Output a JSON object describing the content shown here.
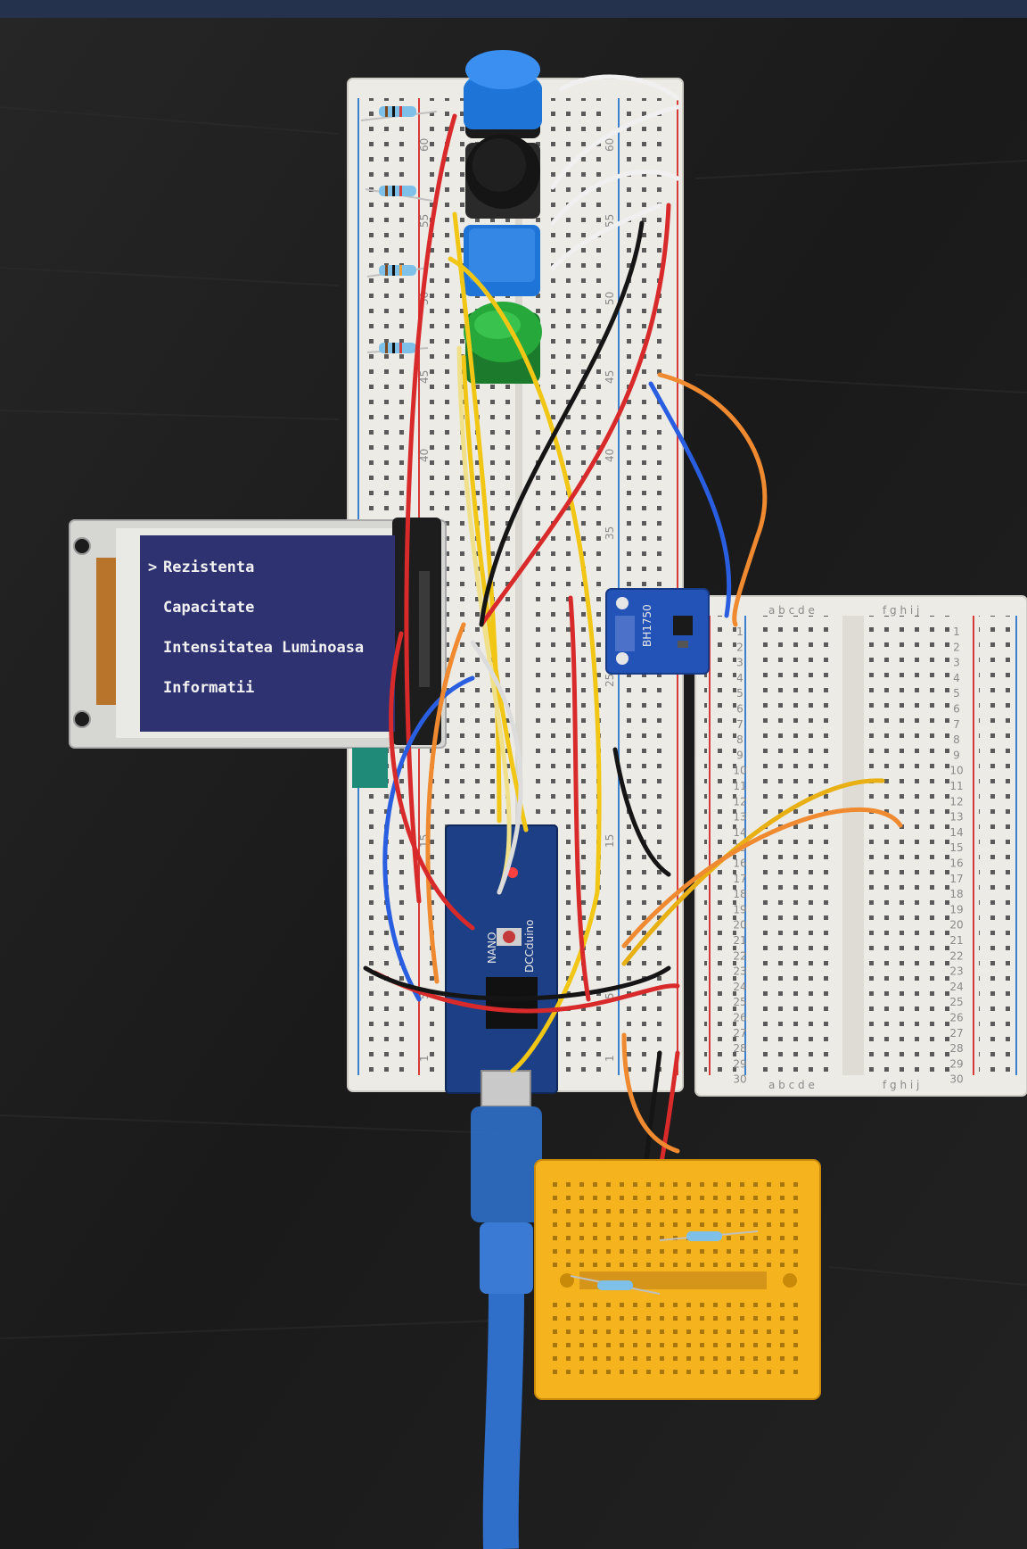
{
  "display": {
    "cursor": ">",
    "menu_items": [
      "Rezistenta",
      "Capacitate",
      "Intensitatea Luminoasa",
      "Informatii"
    ],
    "selected_index": 0
  },
  "sensor_module": {
    "label": "BH1750"
  },
  "microcontroller": {
    "label": "NANO",
    "brand": "DCCduino"
  },
  "breadboard_right": {
    "column_letters_left": "a b c d e",
    "column_letters_right": "f g h i j",
    "row_numbers": [
      "1",
      "2",
      "3",
      "4",
      "5",
      "6",
      "7",
      "8",
      "9",
      "10",
      "11",
      "12",
      "13",
      "14",
      "15",
      "16",
      "17",
      "18",
      "19",
      "20",
      "21",
      "22",
      "23",
      "24",
      "25",
      "26",
      "27",
      "28",
      "29",
      "30"
    ]
  },
  "breadboard_main": {
    "row_numbers": [
      "60",
      "55",
      "50",
      "45",
      "40",
      "35",
      "25",
      "15",
      "5",
      "1"
    ]
  },
  "colors": {
    "desk": "#1c1c1c",
    "breadboard": "#ecebe6",
    "lcd_background": "#2e3270",
    "button_blue": "#1f74d8",
    "button_black": "#151515",
    "button_green": "#27a83a",
    "mini_breadboard": "#f5b31e",
    "usb_cable": "#2f6fc9"
  }
}
